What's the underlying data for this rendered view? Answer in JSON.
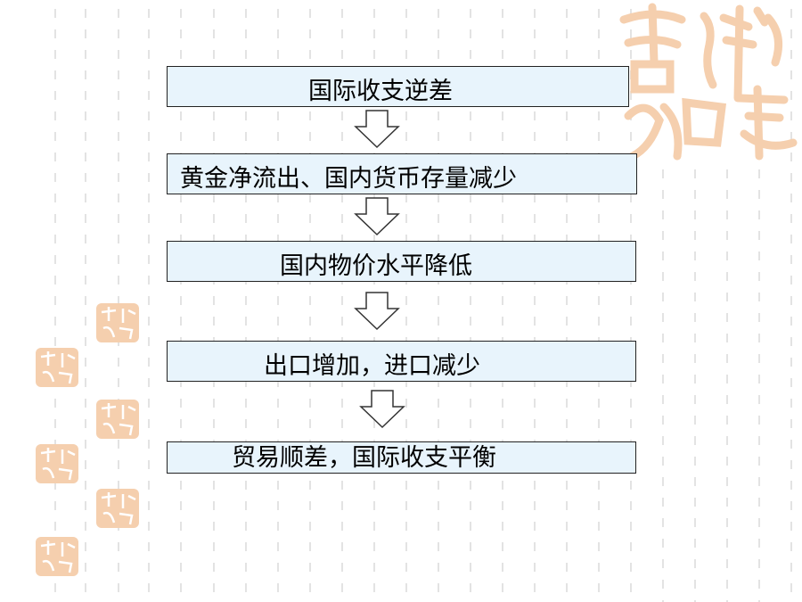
{
  "flow": {
    "steps": [
      "国际收支逆差",
      "黄金净流出、国内货币存量减少",
      "国内物价水平降低",
      "出口增加，进口减少",
      "贸易顺差，国际收支平衡"
    ]
  },
  "decor": {
    "seal_icon": "ji-xiang-ru-yi-seal-icon",
    "seal_color": "#f5cfae",
    "dash_color": "#e3e3e3",
    "box_fill": "#e8f4fc"
  }
}
